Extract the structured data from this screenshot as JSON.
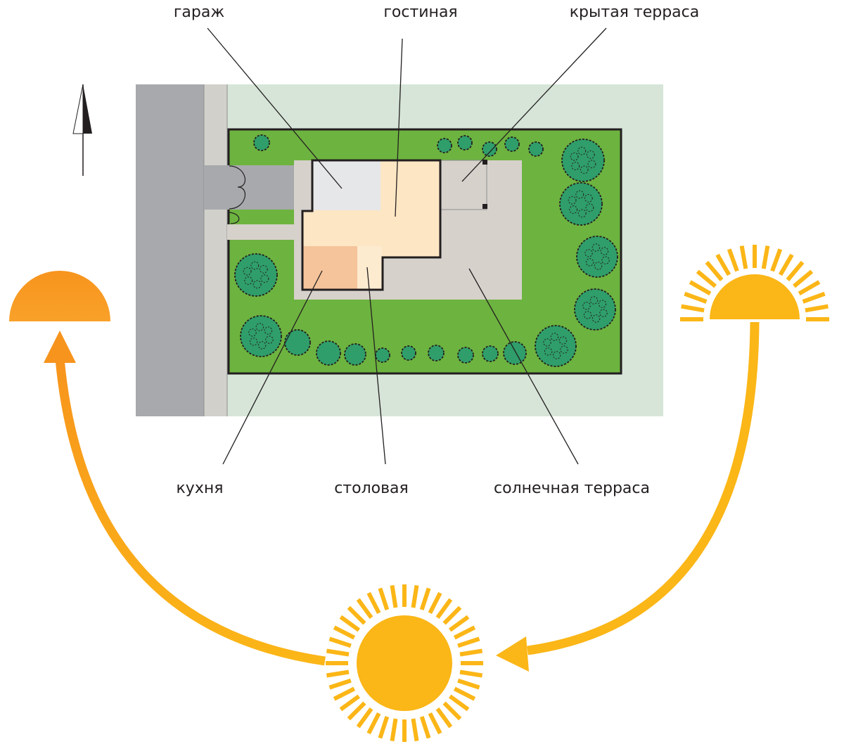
{
  "labels": {
    "garage": "гараж",
    "living_room": "гостиная",
    "covered_terrace": "крытая терраса",
    "kitchen": "кухня",
    "dining_room": "столовая",
    "sun_terrace": "солнечная терраса"
  },
  "sun_path": {
    "sunrise": "east",
    "midday": "south",
    "sunset": "west"
  },
  "colors": {
    "street": "#a7a9ac",
    "sidewalk": "#d2d0cb",
    "surroundings": "#d6e5d7",
    "lawn": "#6db33f",
    "tree": "#2f9e6a",
    "paving": "#d6d1cb",
    "garage": "#e6e7e8",
    "living": "#fde6c4",
    "dining": "#fdebd0",
    "kitchen": "#f5c49a",
    "sun_orange": "#f7941d",
    "sun_yellow": "#fbb617"
  }
}
